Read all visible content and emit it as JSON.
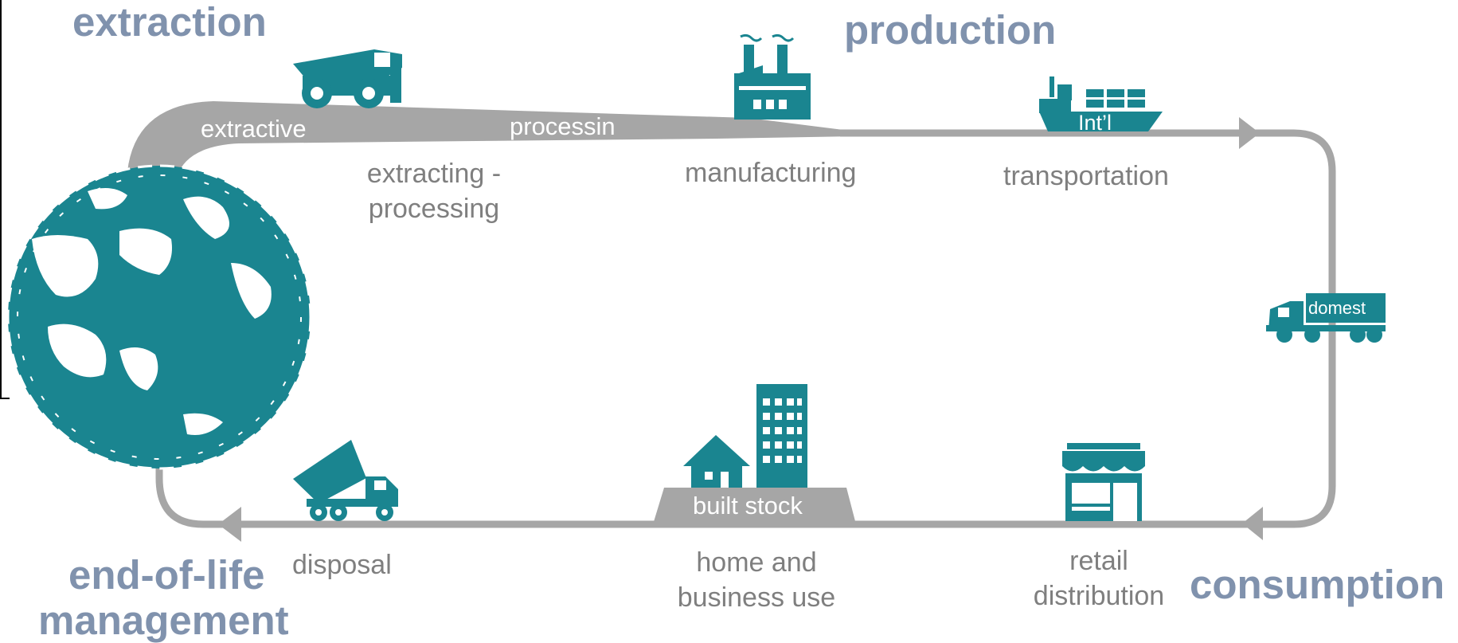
{
  "phases": {
    "extraction": "extraction",
    "production": "production",
    "consumption": "consumption",
    "end_of_life_line1": "end-of-life",
    "end_of_life_line2": "management"
  },
  "band_labels": {
    "extractive": "extractive",
    "processing": "processin",
    "intl": "Int’l",
    "domestic": "domest",
    "built_stock": "built stock"
  },
  "steps": {
    "extracting_line1": "extracting -",
    "extracting_line2": "processing",
    "manufacturing": "manufacturing",
    "transportation": "transportation",
    "retail_line1": "retail",
    "retail_line2": "distribution",
    "home_line1": "home and",
    "home_line2": "business use",
    "disposal": "disposal"
  },
  "colors": {
    "icon_teal": "#1a8590",
    "flow_gray": "#a6a6a6",
    "phase_label": "#8092ad",
    "step_label": "#7f7f7f"
  },
  "icons": [
    "globe-icon",
    "mining-truck-icon",
    "factory-icon",
    "cargo-ship-icon",
    "delivery-truck-icon",
    "store-icon",
    "buildings-icon",
    "dump-truck-icon"
  ]
}
